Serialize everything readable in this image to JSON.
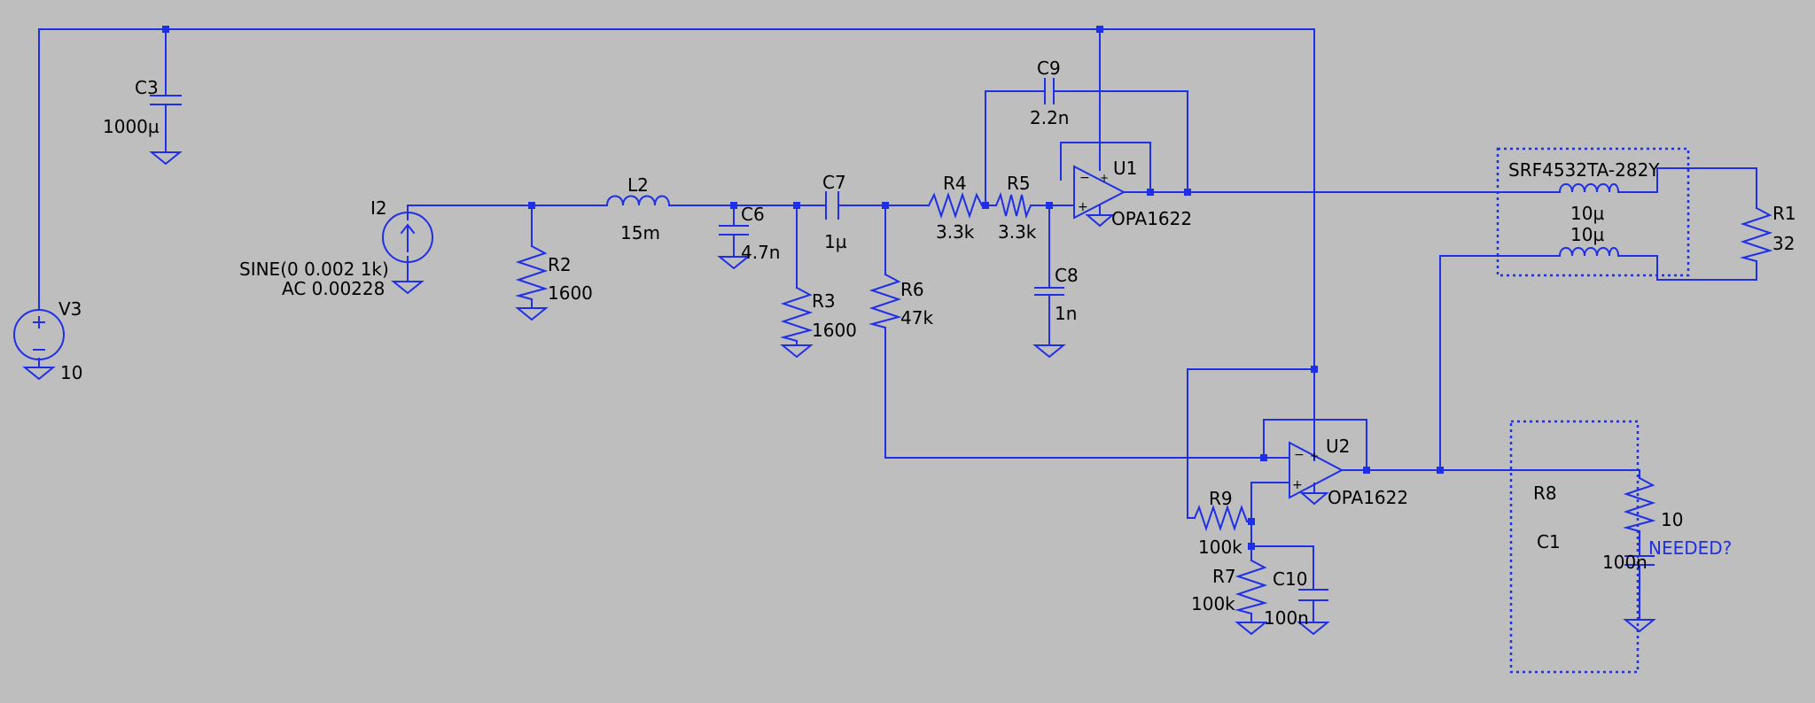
{
  "components": {
    "V3": {
      "name": "V3",
      "value": "10"
    },
    "C3": {
      "name": "C3",
      "value": "1000µ"
    },
    "I2": {
      "name": "I2",
      "value": "SINE(0 0.002 1k)",
      "ac": "AC 0.00228"
    },
    "R2": {
      "name": "R2",
      "value": "1600"
    },
    "L2": {
      "name": "L2",
      "value": "15m"
    },
    "C6": {
      "name": "C6",
      "value": "4.7n"
    },
    "C7": {
      "name": "C7",
      "value": "1µ"
    },
    "R3": {
      "name": "R3",
      "value": "1600"
    },
    "R6": {
      "name": "R6",
      "value": "47k"
    },
    "R4": {
      "name": "R4",
      "value": "3.3k"
    },
    "R5": {
      "name": "R5",
      "value": "3.3k"
    },
    "C9": {
      "name": "C9",
      "value": "2.2n"
    },
    "C8": {
      "name": "C8",
      "value": "1n"
    },
    "U1": {
      "name": "U1",
      "value": "OPA1622"
    },
    "U2": {
      "name": "U2",
      "value": "OPA1622"
    },
    "T1": {
      "name": "SRF4532TA-282Y",
      "value_a": "10µ",
      "value_b": "10µ"
    },
    "R1": {
      "name": "R1",
      "value": "32"
    },
    "R9": {
      "name": "R9",
      "value": "100k"
    },
    "R7": {
      "name": "R7",
      "value": "100k"
    },
    "C10": {
      "name": "C10",
      "value": "100n"
    },
    "R8": {
      "name": "R8",
      "value": "10"
    },
    "C1": {
      "name": "C1",
      "value": "100n"
    }
  },
  "annotations": {
    "needed": "NEEDED?"
  },
  "colors": {
    "wire": "#1f2fe8",
    "background": "#bebebe",
    "text": "#000000"
  }
}
